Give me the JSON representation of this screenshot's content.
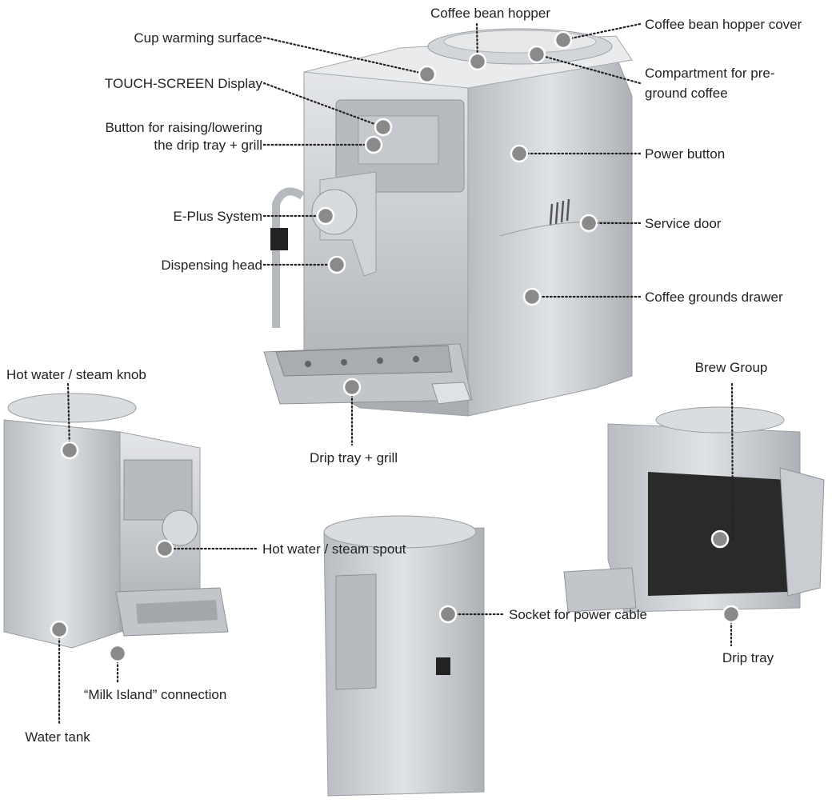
{
  "labels": {
    "coffee_bean_hopper": "Coffee bean hopper",
    "coffee_bean_hopper_cover": "Coffee bean hopper cover",
    "cup_warming_surface": "Cup warming surface",
    "touch_screen_display": "TOUCH-SCREEN Display",
    "compartment_line1": "Compartment for pre-",
    "compartment_line2": "ground coffee",
    "drip_tray_button_line1": "Button for raising/lowering",
    "drip_tray_button_line2": "the drip tray + grill",
    "power_button": "Power button",
    "e_plus_system": "E-Plus System",
    "service_door": "Service door",
    "dispensing_head": "Dispensing head",
    "coffee_grounds_drawer": "Coffee grounds drawer",
    "hot_water_steam_knob": "Hot water / steam knob",
    "brew_group": "Brew Group",
    "drip_tray_grill": "Drip tray + grill",
    "hot_water_steam_spout": "Hot water  / steam spout",
    "drip_tray": "Drip tray",
    "milk_island_connection": "“Milk Island” connection",
    "water_tank": "Water tank",
    "socket_power_cable": "Socket for power cable"
  },
  "colors": {
    "machine_silver": "#c9ccd0",
    "machine_shadow": "#9a9ea3",
    "callout_dot": "#8a8a8a",
    "leader_line": "#222222",
    "text": "#222222"
  }
}
